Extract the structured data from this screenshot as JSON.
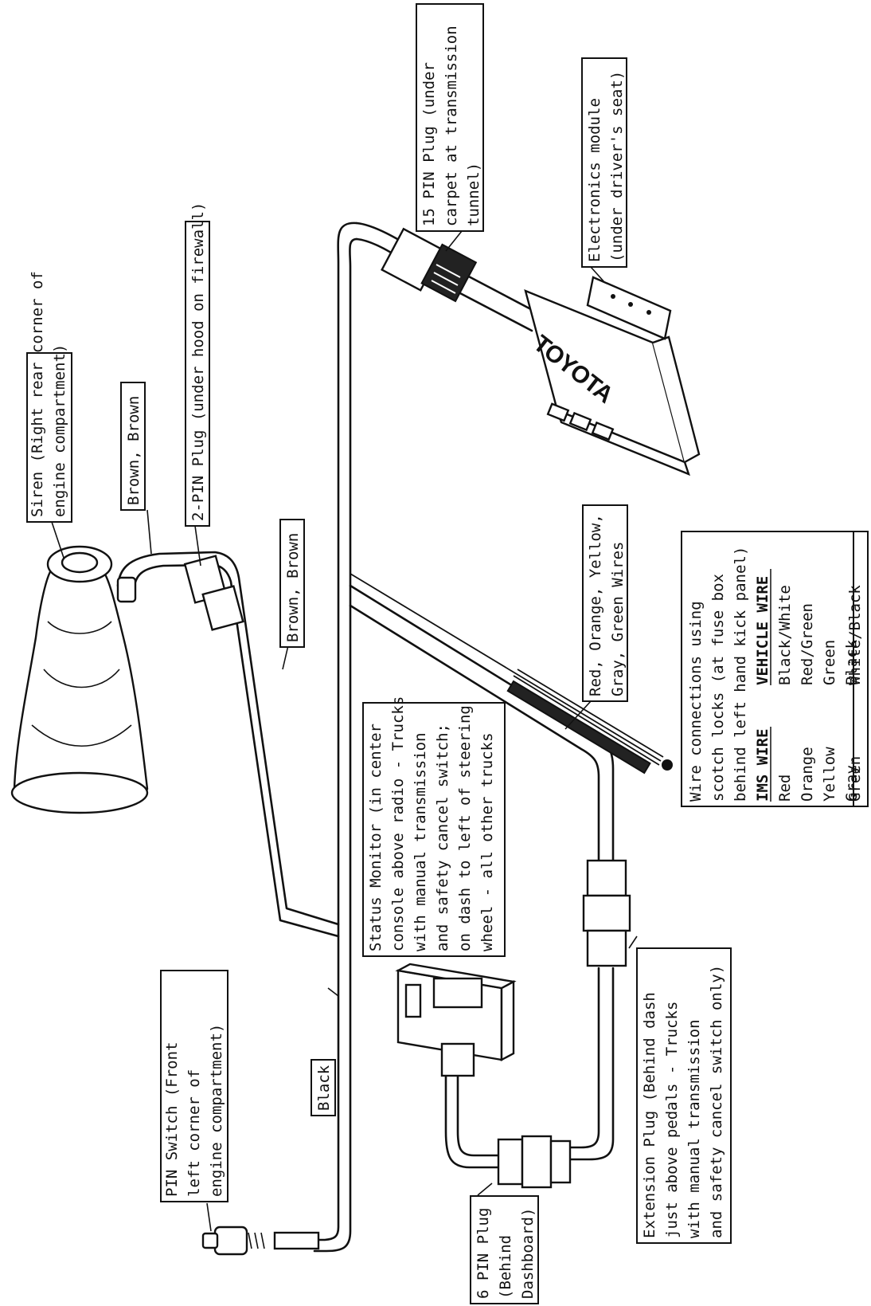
{
  "brand_text": "TOYOTA",
  "labels": {
    "siren": [
      "Siren (Right rear corner of",
      "engine compartment)"
    ],
    "brown_top": [
      "Brown, Brown"
    ],
    "two_pin": [
      "2-PIN Plug (under hood on firewall)"
    ],
    "brown_bottom": [
      "Brown, Brown"
    ],
    "pin_switch": [
      "PIN Switch (Front",
      "left corner of",
      "engine compartment)"
    ],
    "black": [
      "Black"
    ],
    "status_monitor": [
      "Status Monitor (in center",
      "console above radio - Trucks",
      "with manual transmission",
      "and safety cancel switch;",
      "on dash to left of steering",
      "wheel - all other trucks"
    ],
    "six_pin": [
      "6 PIN Plug",
      "(Behind",
      "Dashboard)"
    ],
    "extension_plug": [
      "Extension Plug (Behind dash",
      "just above pedals - Trucks",
      "with manual transmission",
      "and safety cancel switch only)"
    ],
    "fifteen_pin": [
      "15 PIN Plug (under",
      "carpet at transmission",
      "tunnel)"
    ],
    "electronics_module": [
      "Electronics module",
      "(under driver's seat)"
    ],
    "wire_colors": [
      "Red, Orange, Yellow,",
      "Gray, Green Wires"
    ]
  },
  "wire_table": {
    "caption": [
      "Wire connections using",
      "scotch locks (at fuse box",
      "behind left hand kick panel)"
    ],
    "headers": [
      "IMS WIRE",
      "VEHICLE WIRE"
    ],
    "rows": [
      [
        "Red",
        "Black/White"
      ],
      [
        "Orange",
        "Red/Green"
      ],
      [
        "Yellow",
        "Green"
      ],
      [
        "Gray",
        "Black"
      ],
      [
        "Green",
        "White/Black"
      ]
    ]
  }
}
